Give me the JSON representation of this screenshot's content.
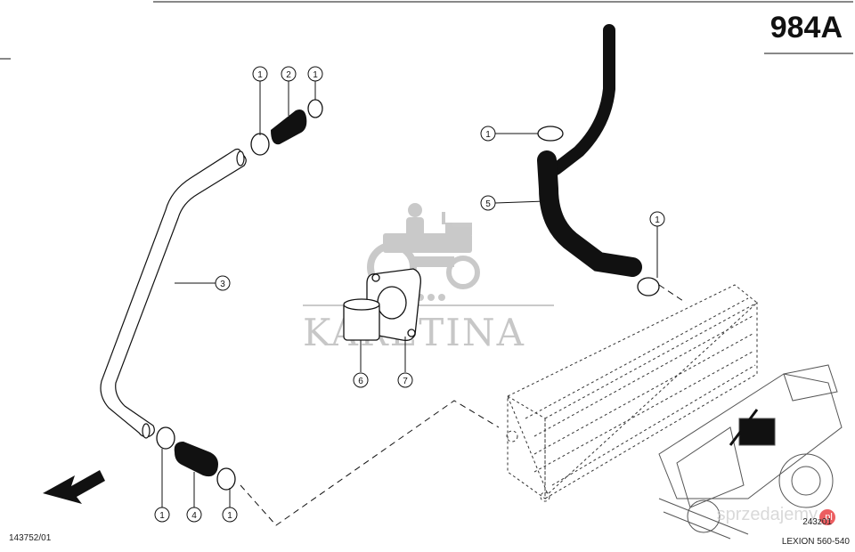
{
  "header": {
    "page_code": "984A"
  },
  "footer": {
    "drawing_ref": "143752/01",
    "image_ref": "243z01",
    "model": "LEXION 560-540"
  },
  "watermark": {
    "brand": "KARETINA",
    "site": "sprzedajemy",
    "badge": ".pl"
  },
  "callouts": [
    {
      "id": "c1a",
      "label": "1"
    },
    {
      "id": "c2",
      "label": "2"
    },
    {
      "id": "c1b",
      "label": "1"
    },
    {
      "id": "c1c",
      "label": "1"
    },
    {
      "id": "c5",
      "label": "5"
    },
    {
      "id": "c1d",
      "label": "1"
    },
    {
      "id": "c3",
      "label": "3"
    },
    {
      "id": "c6",
      "label": "6"
    },
    {
      "id": "c7",
      "label": "7"
    },
    {
      "id": "c1e",
      "label": "1"
    },
    {
      "id": "c4",
      "label": "4"
    },
    {
      "id": "c1f",
      "label": "1"
    }
  ],
  "colors": {
    "line": "#111111",
    "hose": "#111111",
    "watermark": "#9a9a9a"
  }
}
